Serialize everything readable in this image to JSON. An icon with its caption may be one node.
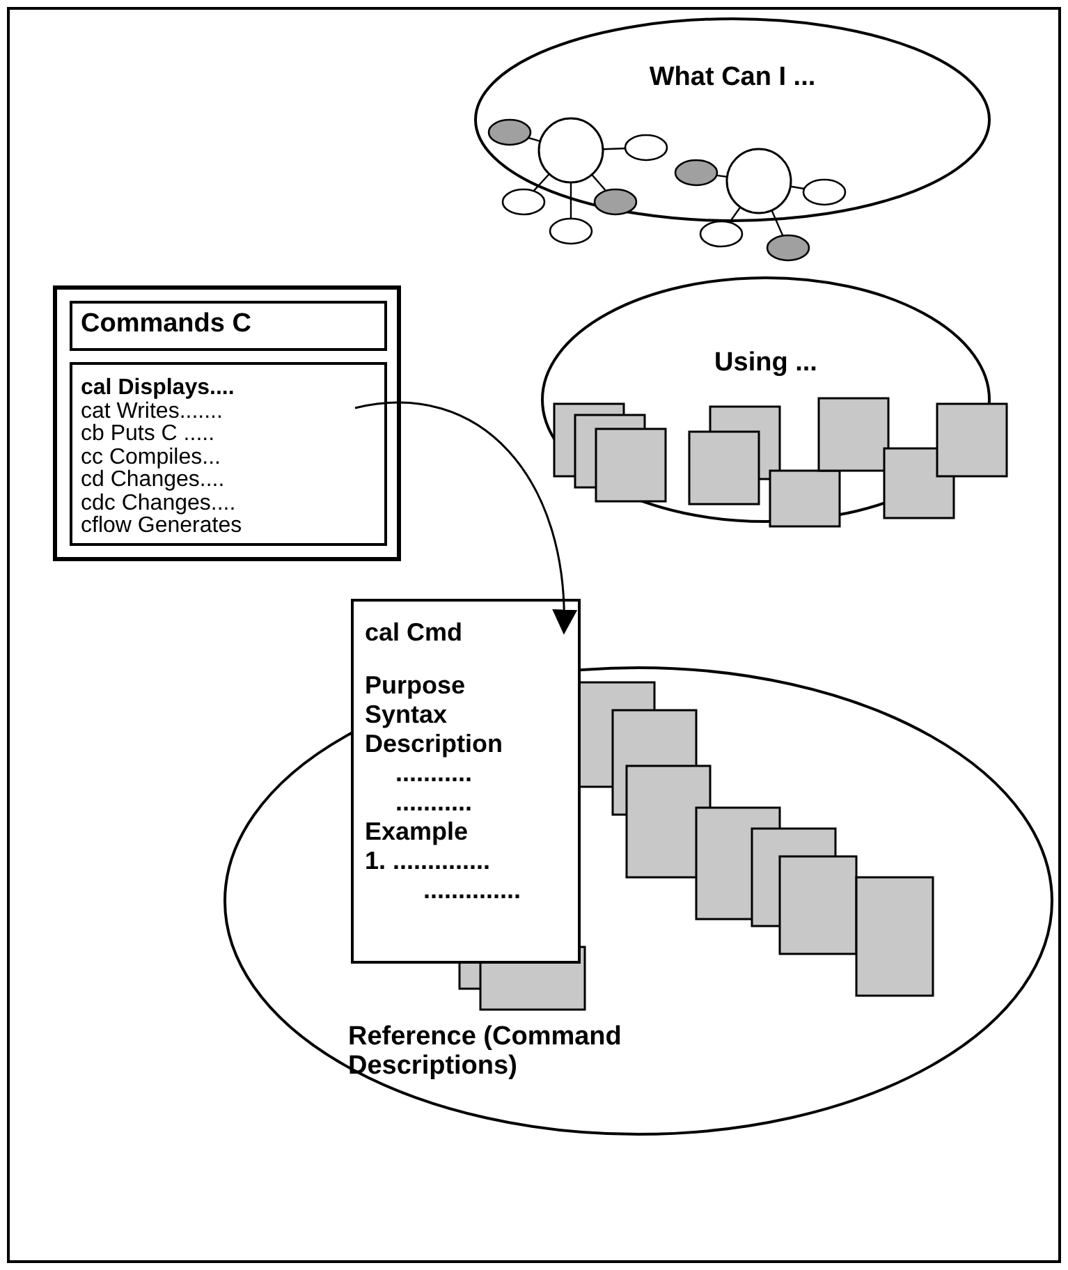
{
  "diagram": {
    "nodes": [
      {
        "text": [
          "What Can I ..."
        ]
      },
      {
        "text": [
          "Using ..."
        ]
      },
      {
        "text": [
          "Commands C"
        ]
      },
      {
        "text": [
          "cal  Displays....",
          "cat Writes.......",
          "cb  Puts C .....",
          "cc  Compiles...",
          "cd  Changes....",
          "cdc Changes....",
          "cflow Generates"
        ],
        "in": 2
      },
      {
        "text": [
          "Reference (Command Descriptions)"
        ]
      },
      {
        "text": [
          "cal Cmd",
          "Purpose",
          "Syntax",
          "Description",
          "...........",
          "...........",
          "Example",
          "1.  ..............",
          ".............."
        ]
      }
    ],
    "edges": [
      {
        "from": 3,
        "to": 5,
        "arrow": "to"
      }
    ]
  }
}
